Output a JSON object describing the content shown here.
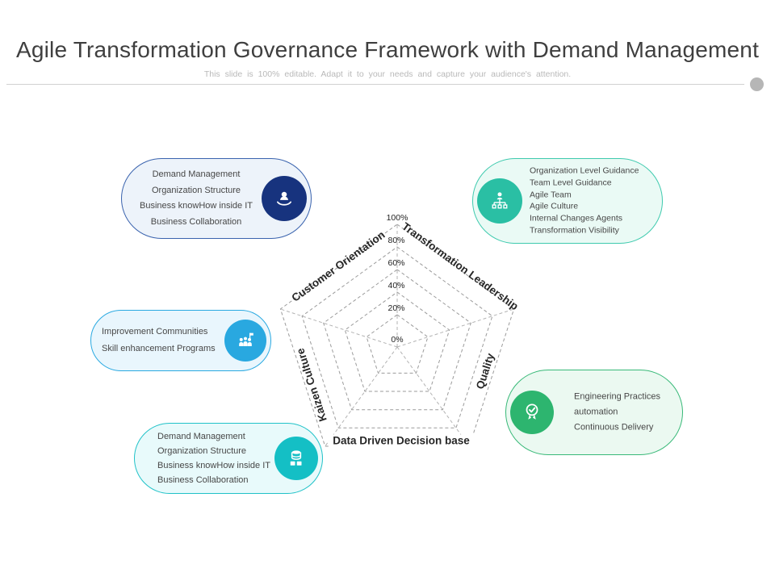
{
  "header": {
    "title": "Agile Transformation Governance Framework with Demand Management",
    "subtitle": "This slide is 100% editable. Adapt it to your needs and capture your audience's attention."
  },
  "chart_data": {
    "type": "radar",
    "axes": [
      "Customer Orientation",
      "Transformation Leadership",
      "Quality",
      "Data Driven Decision base",
      "Kaizen Culture"
    ],
    "ticks": [
      "0%",
      "20%",
      "40%",
      "60%",
      "80%",
      "100%"
    ],
    "ring_levels_pct": [
      20,
      40,
      60,
      80,
      100
    ],
    "series": [],
    "grid_style": "dashed",
    "axis_range": [
      "0%",
      "100%"
    ]
  },
  "callouts": [
    {
      "id": "top-left",
      "icon": "customer-support-hand-icon",
      "border_color": "#3a63ae",
      "fill_color": "#edf3fa",
      "icon_bg": "#17337e",
      "lines": [
        "Demand Management",
        "Organization Structure",
        "Business knowHow inside IT",
        "Business Collaboration"
      ]
    },
    {
      "id": "top-right",
      "icon": "org-hierarchy-icon",
      "border_color": "#3ecaae",
      "fill_color": "#eafaf5",
      "icon_bg": "#2abfa4",
      "lines": [
        "Organization Level Guidance",
        "Team Level Guidance",
        "Agile Team",
        "Agile Culture",
        "Internal Changes Agents",
        "Transformation Visibility"
      ]
    },
    {
      "id": "middle-left",
      "icon": "team-flag-icon",
      "border_color": "#2aa9e1",
      "fill_color": "#e9f6fd",
      "icon_bg": "#29a8e0",
      "lines": [
        "Improvement Communities",
        "Skill enhancement Programs"
      ]
    },
    {
      "id": "bottom-right",
      "icon": "ribbon-check-icon",
      "border_color": "#38b978",
      "fill_color": "#ebf9f1",
      "icon_bg": "#2db56f",
      "lines": [
        "Engineering Practices",
        "automation",
        "Continuous Delivery"
      ]
    },
    {
      "id": "bottom-left",
      "icon": "database-icon",
      "border_color": "#20c2c8",
      "fill_color": "#e8fafb",
      "icon_bg": "#14bfc5",
      "lines": [
        "Demand Management",
        "Organization Structure",
        "Business knowHow inside IT",
        "Business Collaboration"
      ]
    }
  ]
}
